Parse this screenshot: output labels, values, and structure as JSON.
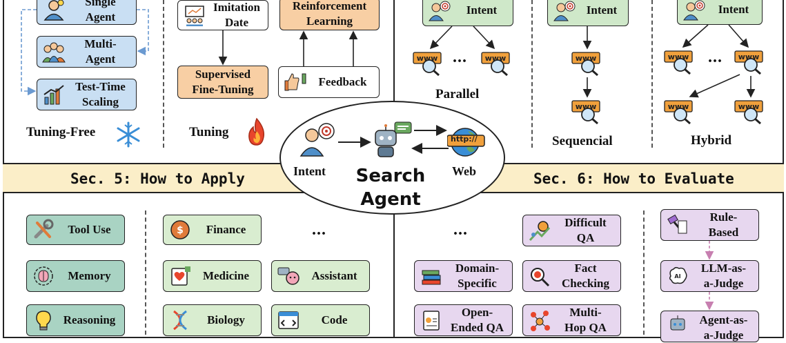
{
  "top_left": {
    "single_agent": "Single\nAgent",
    "multi_agent": "Multi-\nAgent",
    "test_time_scaling": "Test-Time\nScaling",
    "tuning_free": "Tuning-Free",
    "imitation_date": "Imitation\nDate",
    "reinforcement_learning": "Reinforcement\nLearning",
    "supervised_fine_tuning": "Supervised\nFine-Tuning",
    "feedback": "Feedback",
    "tuning": "Tuning"
  },
  "top_right": {
    "intent_1": "Intent",
    "intent_2": "Intent",
    "intent_3": "Intent",
    "parallel": "Parallel",
    "sequencial": "Sequencial",
    "hybrid": "Hybrid",
    "ellipsis_1": "...",
    "ellipsis_2": "..."
  },
  "center": {
    "intent": "Intent",
    "web": "Web",
    "title": "Search\nAgent",
    "http": "http://"
  },
  "banners": {
    "apply": "Sec. 5: How to Apply",
    "evaluate": "Sec. 6: How to Evaluate"
  },
  "bottom_left": {
    "tool_use": "Tool Use",
    "memory": "Memory",
    "reasoning": "Reasoning",
    "finance": "Finance",
    "medicine": "Medicine",
    "biology": "Biology",
    "assistant": "Assistant",
    "code": "Code",
    "ellipsis": "..."
  },
  "bottom_right": {
    "ellipsis": "...",
    "difficult_qa": "Difficult\nQA",
    "domain_specific": "Domain-\nSpecific",
    "fact_checking": "Fact\nChecking",
    "open_ended_qa": "Open-\nEnded QA",
    "multi_hop_qa": "Multi-\nHop QA",
    "rule_based": "Rule-\nBased",
    "llm_as_a_judge": "LLM-as-\na-Judge",
    "agent_as_a_judge": "Agent-as-\na-Judge"
  },
  "www_label": "www"
}
